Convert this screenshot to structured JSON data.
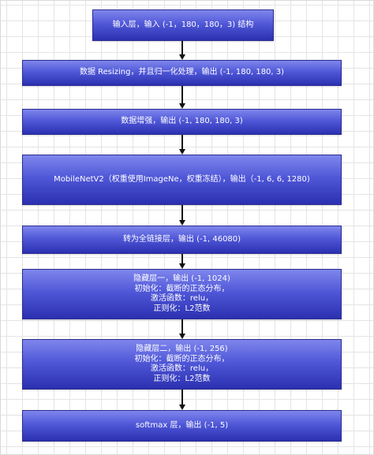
{
  "diagram": {
    "nodes": [
      {
        "id": "input",
        "lines": [
          "输入层，输入 (-1，180，180，3) 结构"
        ]
      },
      {
        "id": "resizing",
        "lines": [
          "数据 Resizing，并且归一化处理，输出 (-1, 180, 180, 3)"
        ]
      },
      {
        "id": "augmentation",
        "lines": [
          "数据增强，输出 (-1, 180, 180, 3)"
        ]
      },
      {
        "id": "mobilenet",
        "lines": [
          "MobileNetV2（权重使用ImageNe，权重冻结），输出（-1, 6, 6, 1280)"
        ]
      },
      {
        "id": "flatten",
        "lines": [
          "转为全链接层，输出 (-1, 46080)"
        ]
      },
      {
        "id": "hidden1",
        "lines": [
          "隐藏层一，输出 (-1, 1024)",
          "初始化：截断的正态分布，",
          "激活函数：relu，",
          "正则化：L2范数"
        ]
      },
      {
        "id": "hidden2",
        "lines": [
          "隐藏层二，输出 (-1, 256)",
          "初始化：截断的正态分布，",
          "激活函数：relu，",
          "正则化：L2范数"
        ]
      },
      {
        "id": "softmax",
        "lines": [
          "softmax 层，输出 (-1, 5)"
        ]
      }
    ],
    "edges": [
      [
        "input",
        "resizing"
      ],
      [
        "resizing",
        "augmentation"
      ],
      [
        "augmentation",
        "mobilenet"
      ],
      [
        "mobilenet",
        "flatten"
      ],
      [
        "flatten",
        "hidden1"
      ],
      [
        "hidden1",
        "hidden2"
      ],
      [
        "hidden2",
        "softmax"
      ]
    ]
  }
}
